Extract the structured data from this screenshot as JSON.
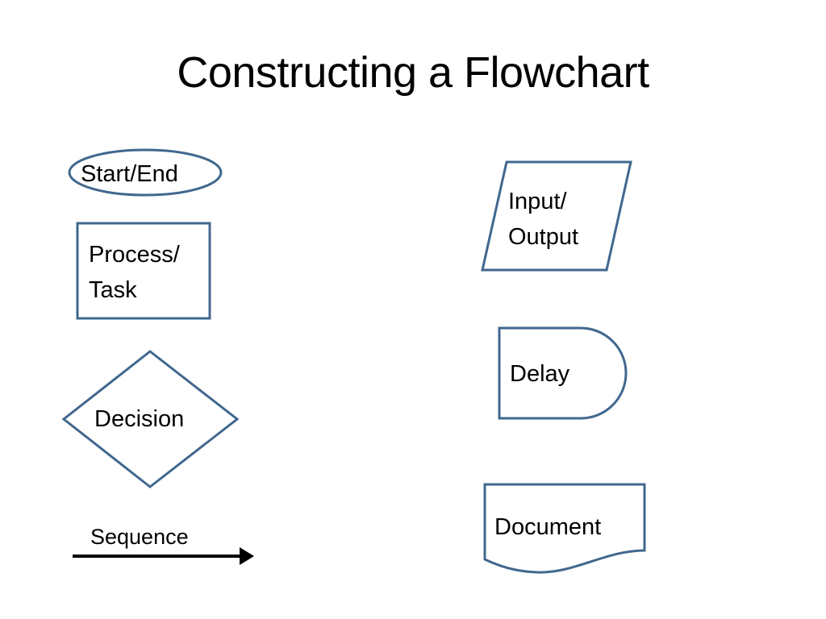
{
  "slide": {
    "title": "Constructing a Flowchart",
    "background_color": "#ffffff",
    "shape_stroke_color": "#41688e",
    "arrow_color": "#000000",
    "text_color": "#000000"
  },
  "shapes": {
    "start_end": {
      "label": "Start/End",
      "shape_type": "ellipse"
    },
    "process_task": {
      "label": "Process/\nTask",
      "shape_type": "rectangle"
    },
    "decision": {
      "label": "Decision",
      "shape_type": "diamond"
    },
    "sequence": {
      "label": "Sequence",
      "shape_type": "arrow"
    },
    "input_output": {
      "label": "Input/\nOutput",
      "shape_type": "parallelogram"
    },
    "delay": {
      "label": "Delay",
      "shape_type": "delay-d-shape"
    },
    "document": {
      "label": "Document",
      "shape_type": "document-wavy-bottom"
    }
  }
}
